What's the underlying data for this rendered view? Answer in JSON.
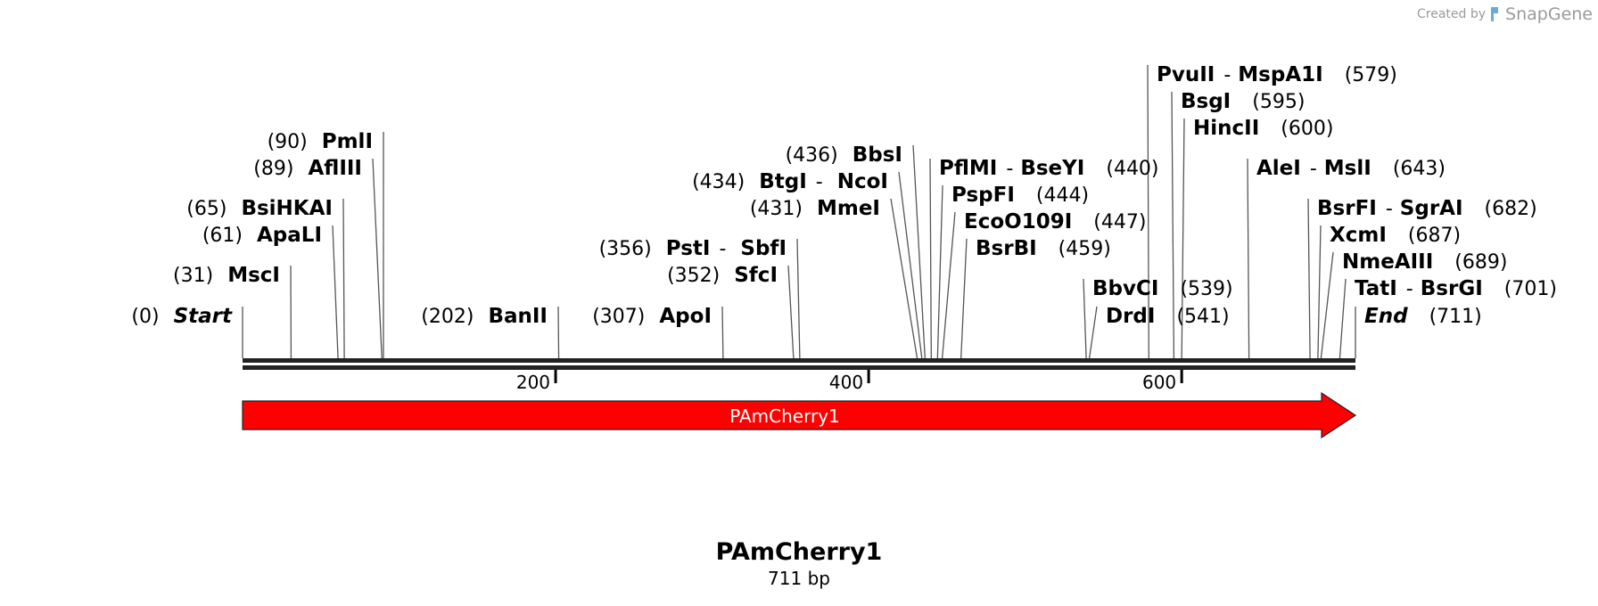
{
  "watermark": {
    "prefix": "Created by",
    "brand": "SnapGene",
    "color": "#9a9a9a"
  },
  "sequence": {
    "name": "PAmCherry1",
    "length_label": "711 bp",
    "length": 711
  },
  "ruler": {
    "ticks": [
      {
        "pos": 200,
        "label": "200"
      },
      {
        "pos": 400,
        "label": "400"
      },
      {
        "pos": 600,
        "label": "600"
      }
    ]
  },
  "feature": {
    "name": "PAmCherry1",
    "start": 0,
    "end": 711,
    "direction": "forward",
    "color": "#ff0000"
  },
  "colors": {
    "backbone": "#000000",
    "line": "#555555"
  },
  "sites": [
    {
      "id": "start",
      "names": [
        "Start"
      ],
      "pos_label": "(0)",
      "pos": 0,
      "label_side": "left",
      "italic": true
    },
    {
      "id": "mscI",
      "names": [
        "MscI"
      ],
      "pos_label": "(31)",
      "pos": 31,
      "label_side": "left"
    },
    {
      "id": "apaLI",
      "names": [
        "ApaLI"
      ],
      "pos_label": "(61)",
      "pos": 61,
      "label_side": "left"
    },
    {
      "id": "bsiHKAI",
      "names": [
        "BsiHKAI"
      ],
      "pos_label": "(65)",
      "pos": 65,
      "label_side": "left"
    },
    {
      "id": "aflIII",
      "names": [
        "AflIII"
      ],
      "pos_label": "(89)",
      "pos": 89,
      "label_side": "left"
    },
    {
      "id": "pmlI",
      "names": [
        "PmlI"
      ],
      "pos_label": "(90)",
      "pos": 90,
      "label_side": "left"
    },
    {
      "id": "banII",
      "names": [
        "BanII"
      ],
      "pos_label": "(202)",
      "pos": 202,
      "label_side": "left"
    },
    {
      "id": "apoI",
      "names": [
        "ApoI"
      ],
      "pos_label": "(307)",
      "pos": 307,
      "label_side": "left"
    },
    {
      "id": "sfcI",
      "names": [
        "SfcI"
      ],
      "pos_label": "(352)",
      "pos": 352,
      "label_side": "left"
    },
    {
      "id": "pstI",
      "names": [
        "PstI",
        "SbfI"
      ],
      "pos_label": "(356)",
      "pos": 356,
      "label_side": "left"
    },
    {
      "id": "mmeI",
      "names": [
        "MmeI"
      ],
      "pos_label": "(431)",
      "pos": 431,
      "label_side": "left"
    },
    {
      "id": "btgI",
      "names": [
        "BtgI",
        "NcoI"
      ],
      "pos_label": "(434)",
      "pos": 434,
      "label_side": "left"
    },
    {
      "id": "bbsI",
      "names": [
        "BbsI"
      ],
      "pos_label": "(436)",
      "pos": 436,
      "label_side": "left"
    },
    {
      "id": "pflMI",
      "names": [
        "PflMI",
        "BseYI"
      ],
      "pos_label": "(440)",
      "pos": 440,
      "label_side": "right"
    },
    {
      "id": "pspFI",
      "names": [
        "PspFI"
      ],
      "pos_label": "(444)",
      "pos": 444,
      "label_side": "right"
    },
    {
      "id": "ecoO109I",
      "names": [
        "EcoO109I"
      ],
      "pos_label": "(447)",
      "pos": 447,
      "label_side": "right"
    },
    {
      "id": "bsrBI",
      "names": [
        "BsrBI"
      ],
      "pos_label": "(459)",
      "pos": 459,
      "label_side": "right"
    },
    {
      "id": "bbvCI",
      "names": [
        "BbvCI"
      ],
      "pos_label": "(539)",
      "pos": 539,
      "label_side": "right"
    },
    {
      "id": "drdI",
      "names": [
        "DrdI"
      ],
      "pos_label": "(541)",
      "pos": 541,
      "label_side": "right"
    },
    {
      "id": "pvuII",
      "names": [
        "PvuII",
        "MspA1I"
      ],
      "pos_label": "(579)",
      "pos": 579,
      "label_side": "right"
    },
    {
      "id": "bsgI",
      "names": [
        "BsgI"
      ],
      "pos_label": "(595)",
      "pos": 595,
      "label_side": "right"
    },
    {
      "id": "hincII",
      "names": [
        "HincII"
      ],
      "pos_label": "(600)",
      "pos": 600,
      "label_side": "right"
    },
    {
      "id": "aleI",
      "names": [
        "AleI",
        "MslI"
      ],
      "pos_label": "(643)",
      "pos": 643,
      "label_side": "right"
    },
    {
      "id": "bsrFI",
      "names": [
        "BsrFI",
        "SgrAI"
      ],
      "pos_label": "(682)",
      "pos": 682,
      "label_side": "right"
    },
    {
      "id": "xcmI",
      "names": [
        "XcmI"
      ],
      "pos_label": "(687)",
      "pos": 687,
      "label_side": "right"
    },
    {
      "id": "nmeAIII",
      "names": [
        "NmeAIII"
      ],
      "pos_label": "(689)",
      "pos": 689,
      "label_side": "right"
    },
    {
      "id": "tatI",
      "names": [
        "TatI",
        "BsrGI"
      ],
      "pos_label": "(701)",
      "pos": 701,
      "label_side": "right"
    },
    {
      "id": "end",
      "names": [
        "End"
      ],
      "pos_label": "(711)",
      "pos": 711,
      "label_side": "right",
      "italic": true
    }
  ]
}
